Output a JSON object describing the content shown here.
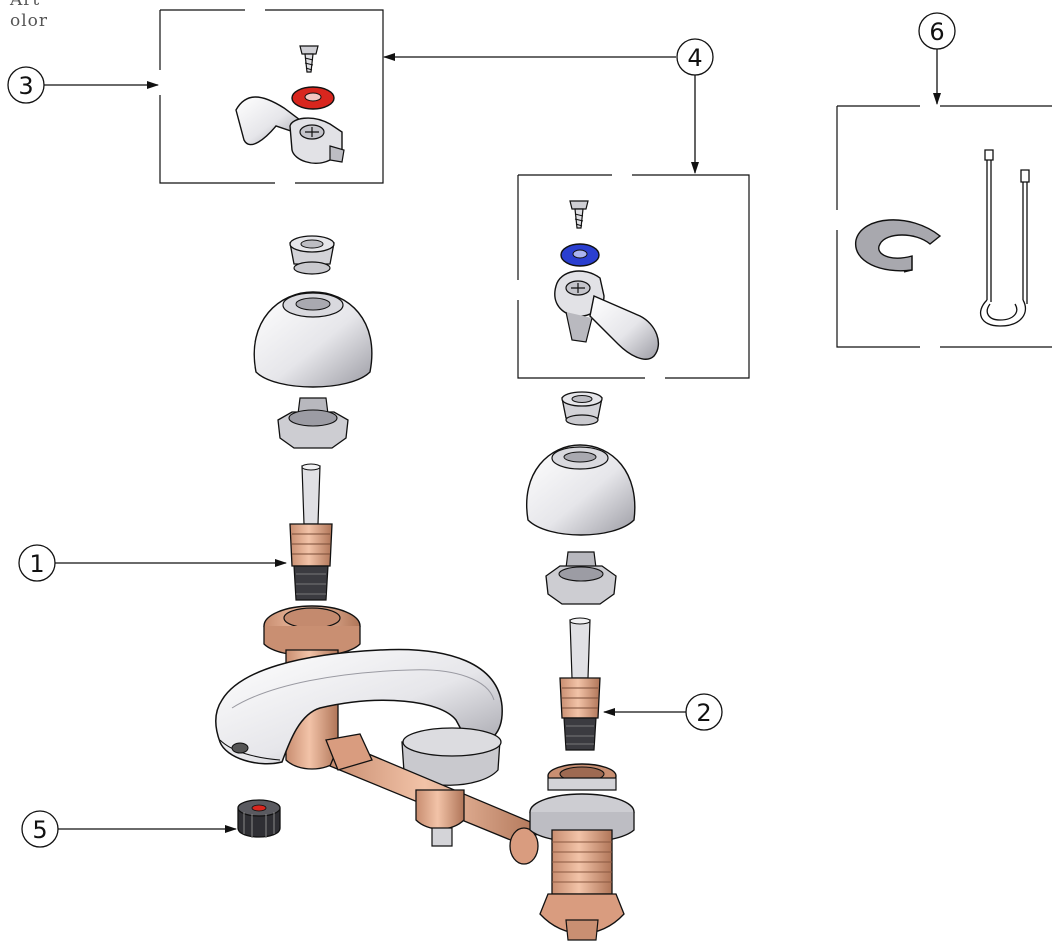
{
  "corner_text": [
    "Art",
    "olor"
  ],
  "callouts": [
    {
      "id": "1",
      "label": "1",
      "part": "cartridge-left"
    },
    {
      "id": "2",
      "label": "2",
      "part": "cartridge-right"
    },
    {
      "id": "3",
      "label": "3",
      "part": "hot-handle-kit"
    },
    {
      "id": "4",
      "label": "4",
      "part": "handle-kits"
    },
    {
      "id": "5",
      "label": "5",
      "part": "aerator"
    },
    {
      "id": "6",
      "label": "6",
      "part": "retainer-and-rod"
    }
  ],
  "colors": {
    "line": "#111111",
    "chrome": "#e8e8ec",
    "chrome_shadow": "#9a9aa2",
    "brass": "#e3a98a",
    "brass_dark": "#b77c60",
    "hot_seal": "#d8261e",
    "cold_seal": "#2a3fd0"
  }
}
